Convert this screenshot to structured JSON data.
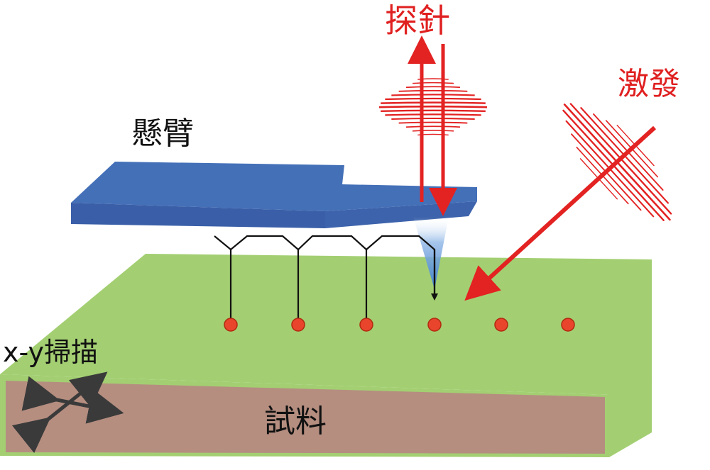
{
  "labels": {
    "cantilever": "懸臂",
    "probe": "探針",
    "excitation": "激發",
    "scan": "x-y掃描",
    "sample": "試料"
  },
  "colors": {
    "label_red": "#e02020",
    "label_dark": "#111111",
    "cantilever_top": "#4470b8",
    "cantilever_front": "#3a5fa8",
    "surface": "#a3cf72",
    "sample_body": "#b58e80",
    "beam": "#e32222",
    "dot": "#e8452c",
    "scan_arrow": "#3a3a3a",
    "tip": "#5b8fd0"
  },
  "scan_points": 6
}
